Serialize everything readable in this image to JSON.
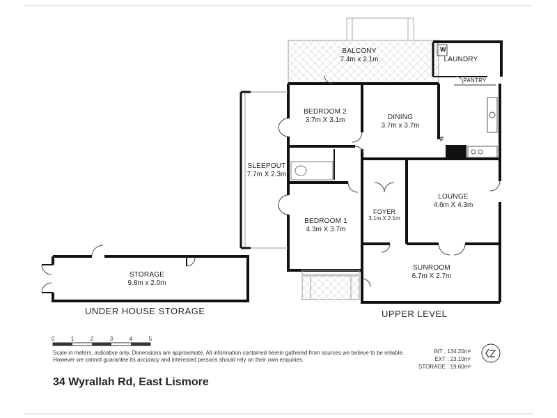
{
  "rooms": {
    "balcony": {
      "name": "BALCONY",
      "dims": "7.4m x 2.1m"
    },
    "laundry": {
      "name": "LAUNDRY"
    },
    "pantry": {
      "name": "PANTRY"
    },
    "bedroom2": {
      "name": "BEDROOM 2",
      "dims": "3.7m X 3.1m"
    },
    "dining": {
      "name": "DINING",
      "dims": "3.7m x 3.7m"
    },
    "sleepout": {
      "name": "SLEEPOUT",
      "dims": "7.7m X 2.3m"
    },
    "lounge": {
      "name": "LOUNGE",
      "dims": "4.6m X 4.3m"
    },
    "foyer": {
      "name": "FOYER",
      "dims": "3.1m X 2.1m"
    },
    "bedroom1": {
      "name": "BEDROOM 1",
      "dims": "4.3m X 3.7m"
    },
    "sunroom": {
      "name": "SUNROOM",
      "dims": "6.7m X 2.7m"
    },
    "storage": {
      "name": "STORAGE",
      "dims": "9.8m x 2.0m"
    }
  },
  "tags": {
    "washer": "W",
    "fridge": "F"
  },
  "sections": {
    "under_house": "UNDER HOUSE STORAGE",
    "upper": "UPPER LEVEL"
  },
  "scale": {
    "ticks": [
      "0",
      "1",
      "2",
      "3",
      "4",
      "5"
    ]
  },
  "disclaimer": "Scale in meters, indicative only. Dimensions are approximate. All information contained herein gathered from sources we believe to be reliable. However we cannot guarantee its accuracy and interested persons should rely on their own enquiries.",
  "areas": {
    "int": "INT : 134.20m²",
    "ext": "EXT : 23.10m²",
    "storage": "STORAGE : 19.60m²"
  },
  "address": "34 Wyrallah Rd, East Lismore"
}
